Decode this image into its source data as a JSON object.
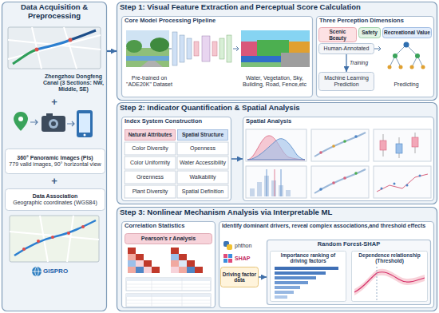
{
  "diagram": {
    "nodes": [
      {
        "text": [
          "Data Acquisition & Preprocessing"
        ]
      },
      {
        "text": [
          "Zhengzhou Dongfeng Canal (3 Sections: NW, Middle, SE)"
        ],
        "in": 0
      },
      {
        "text": [
          "360° Panoramic Images (PIs)",
          "779 valid images, 90° horizontal view"
        ],
        "in": 0
      },
      {
        "text": [
          "Data Association",
          "Geographic coordinates (WGS84)"
        ],
        "in": 0
      },
      {
        "text": [
          "Step 1: Visual Feature Extraction and Perceptual Score Calculation"
        ]
      },
      {
        "text": [
          "Core Model Processing Pipeline"
        ],
        "in": 4
      },
      {
        "text": [
          "Pre-trained on \"ADE20K\" Dataset"
        ],
        "in": 5
      },
      {
        "text": [
          "Water, Vegetation, Sky, Building, Road, Fence,etc"
        ],
        "in": 5
      },
      {
        "text": [
          "Three Perception Dimensions"
        ],
        "in": 4
      },
      {
        "text": [
          "Scenic Beauty"
        ],
        "in": 8
      },
      {
        "text": [
          "Safety"
        ],
        "in": 8
      },
      {
        "text": [
          "Recreational Value"
        ],
        "in": 8
      },
      {
        "text": [
          "Human-Annotated"
        ],
        "in": 8
      },
      {
        "text": [
          "Machine Learning Prediction"
        ],
        "in": 8
      },
      {
        "text": [
          "Step 2: Indicator Quantification & Spatial Analysis"
        ]
      },
      {
        "text": [
          "Index System Construction"
        ],
        "in": 14
      },
      {
        "text": [
          "Natural Attributes"
        ],
        "in": 15
      },
      {
        "text": [
          "Spatial Structure"
        ],
        "in": 15
      },
      {
        "text": [
          "Spatial Analysis"
        ],
        "in": 14
      },
      {
        "text": [
          "Step 3: Nonlinear Mechanism Analysis via Interpretable ML"
        ]
      },
      {
        "text": [
          "Correlation Statistics"
        ],
        "in": 19
      },
      {
        "text": [
          "Pearson's r Analysis"
        ],
        "in": 20
      },
      {
        "text": [
          "Identify dominant drivers, reveal complex associations,and threshold effects"
        ],
        "in": 19
      },
      {
        "text": [
          "Driving factor data"
        ],
        "in": 22
      },
      {
        "text": [
          "Random Forest-SHAP"
        ],
        "in": 22
      },
      {
        "text": [
          "Importance ranking of driving factors"
        ],
        "in": 24
      },
      {
        "text": [
          "Dependence relationship (Threshold)"
        ],
        "in": 24
      }
    ],
    "edges": [
      {
        "from": 0,
        "to": 4,
        "arrow": "to"
      },
      {
        "from": 12,
        "to": 13,
        "arrow": "to",
        "label": "Training"
      },
      {
        "from": 15,
        "to": 18,
        "arrow": "to"
      },
      {
        "from": 23,
        "to": 24,
        "arrow": "to"
      }
    ],
    "labels": [
      "+",
      "+",
      "GISPRO",
      "Color Diversity",
      "Openness",
      "Color Uniformity",
      "Water Accessibility",
      "Greenness",
      "Walkability",
      "Plant Diversity",
      "Spatial Definition",
      "Predicting",
      "phthon",
      "SHAP"
    ]
  }
}
